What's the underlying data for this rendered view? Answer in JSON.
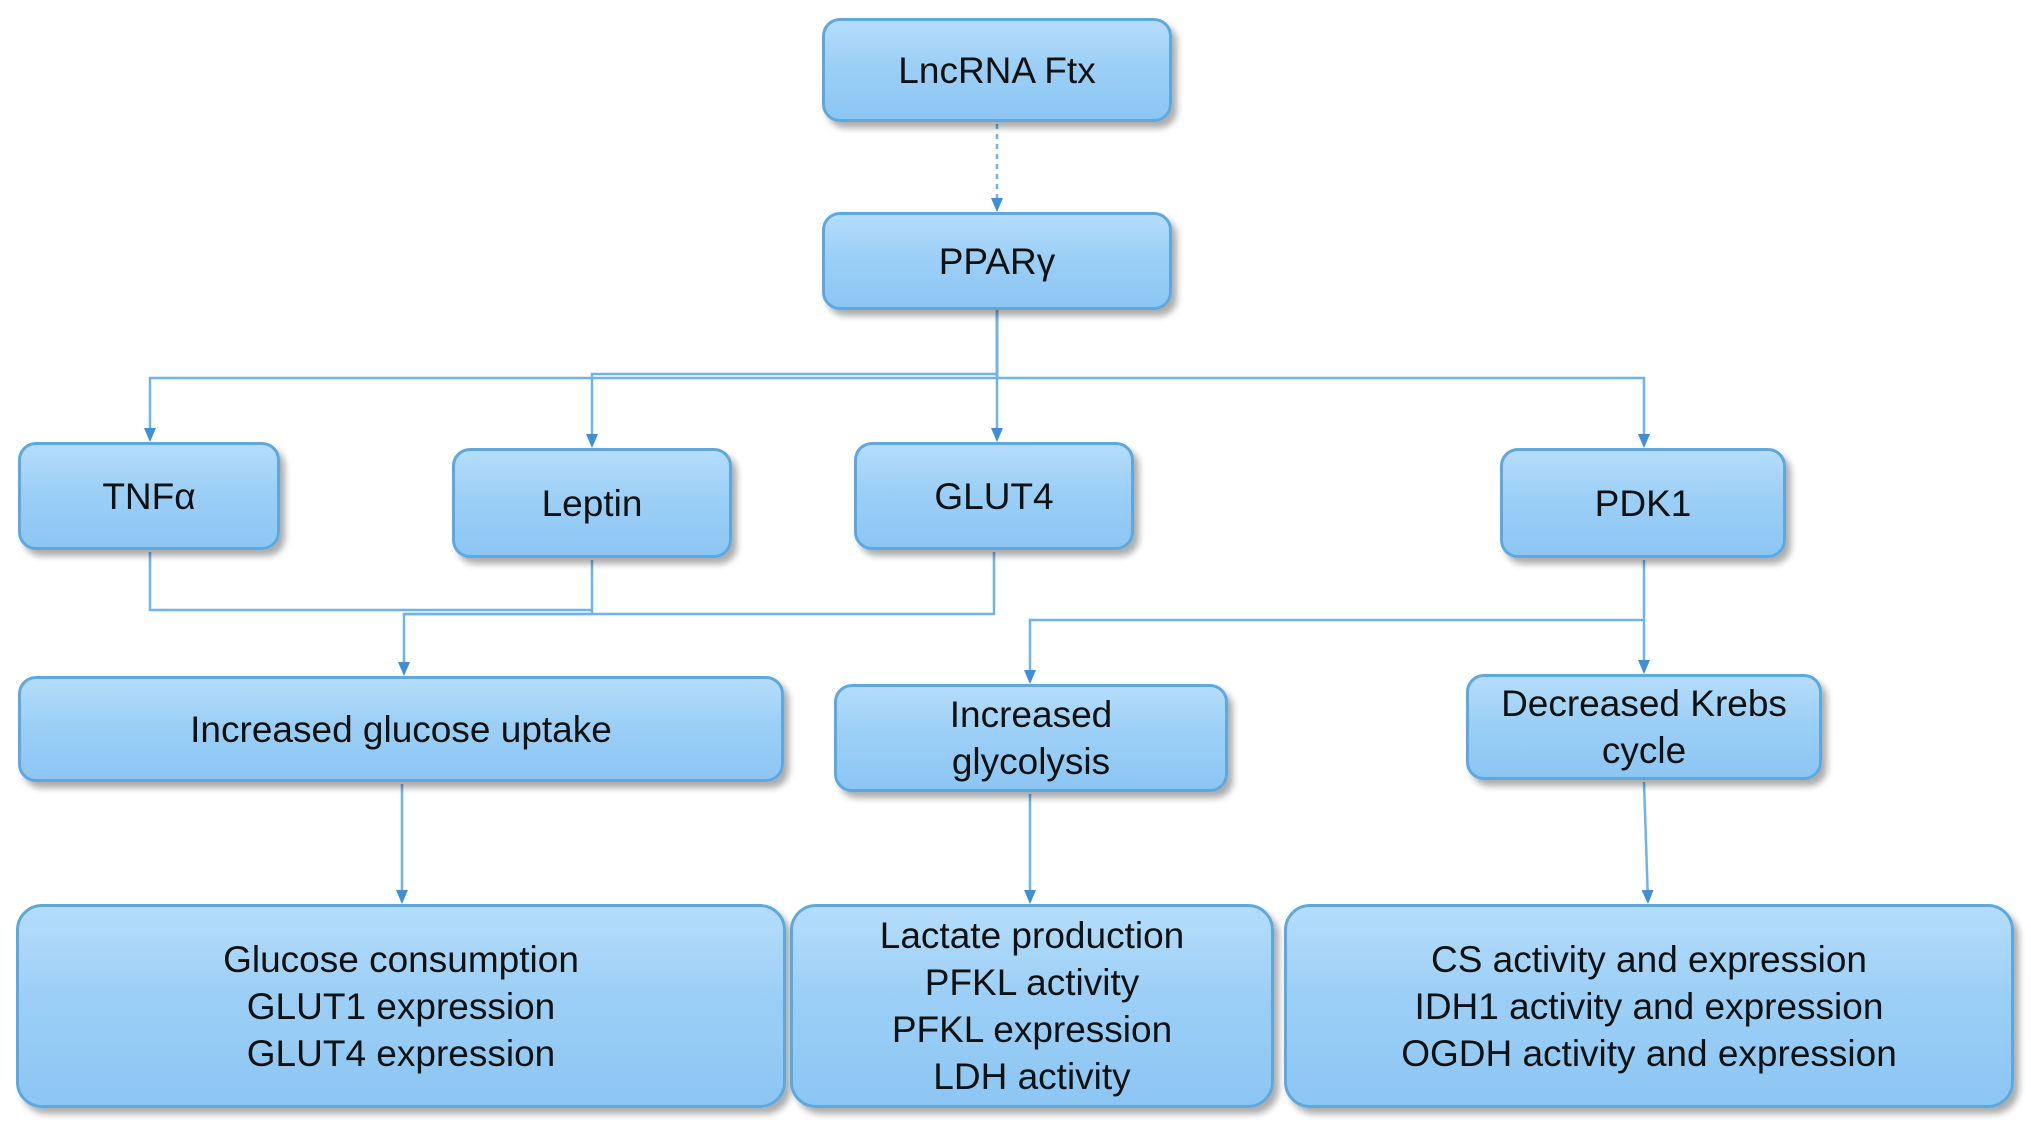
{
  "nodes": {
    "lncrna": {
      "lines": [
        "LncRNA Ftx"
      ]
    },
    "ppar": {
      "lines": [
        "PPARγ"
      ]
    },
    "tnf": {
      "lines": [
        "TNFα"
      ]
    },
    "leptin": {
      "lines": [
        "Leptin"
      ]
    },
    "glut4": {
      "lines": [
        "GLUT4"
      ]
    },
    "pdk1": {
      "lines": [
        "PDK1"
      ]
    },
    "uptake": {
      "lines": [
        "Increased glucose uptake"
      ]
    },
    "glycolysis": {
      "lines": [
        "Increased",
        "glycolysis"
      ]
    },
    "krebs": {
      "lines": [
        "Decreased Krebs",
        "cycle"
      ]
    },
    "out_glucose": {
      "lines": [
        "Glucose consumption",
        "GLUT1 expression",
        "GLUT4 expression"
      ]
    },
    "out_lactate": {
      "lines": [
        "Lactate production",
        "PFKL activity",
        "PFKL expression",
        "LDH activity"
      ]
    },
    "out_cs": {
      "lines": [
        "CS activity and expression",
        "IDH1 activity and expression",
        "OGDH activity and expression"
      ]
    }
  },
  "colors": {
    "box_fill": "#9ccff6",
    "box_border": "#5ea8e0",
    "connector": "#6fb4e6",
    "arrowhead": "#3f8fd6"
  }
}
